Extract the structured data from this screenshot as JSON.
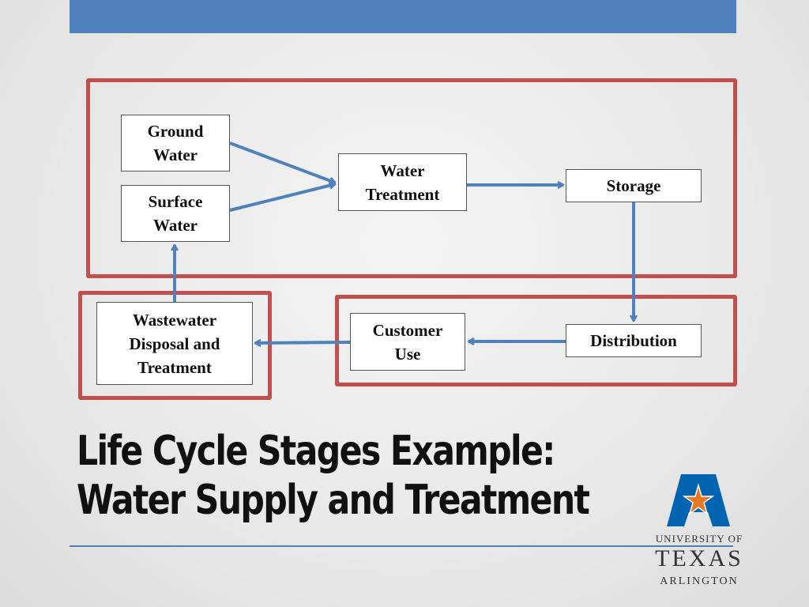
{
  "diagram": {
    "nodes": {
      "ground_water": "Ground\nWater",
      "surface_water": "Surface\nWater",
      "water_treatment": "Water\nTreatment",
      "storage": "Storage",
      "distribution": "Distribution",
      "customer_use": "Customer\nUse",
      "wastewater": "Wastewater\nDisposal and\nTreatment"
    },
    "edges": [
      {
        "from": "Ground Water",
        "to": "Water Treatment"
      },
      {
        "from": "Surface Water",
        "to": "Water Treatment"
      },
      {
        "from": "Water Treatment",
        "to": "Storage"
      },
      {
        "from": "Storage",
        "to": "Distribution"
      },
      {
        "from": "Distribution",
        "to": "Customer Use"
      },
      {
        "from": "Customer Use",
        "to": "Wastewater Disposal and Treatment"
      },
      {
        "from": "Wastewater Disposal and Treatment",
        "to": "Surface Water"
      }
    ]
  },
  "title": {
    "line1": "Life Cycle Stages Example:",
    "line2": "Water Supply and Treatment"
  },
  "logo": {
    "line1": "UNIVERSITY OF",
    "line2": "TEXAS",
    "line3": "ARLINGTON"
  },
  "colors": {
    "accent_blue": "#4f81bd",
    "frame_red": "#c0504d",
    "star_orange": "#e87722",
    "logo_blue": "#0064b1"
  }
}
